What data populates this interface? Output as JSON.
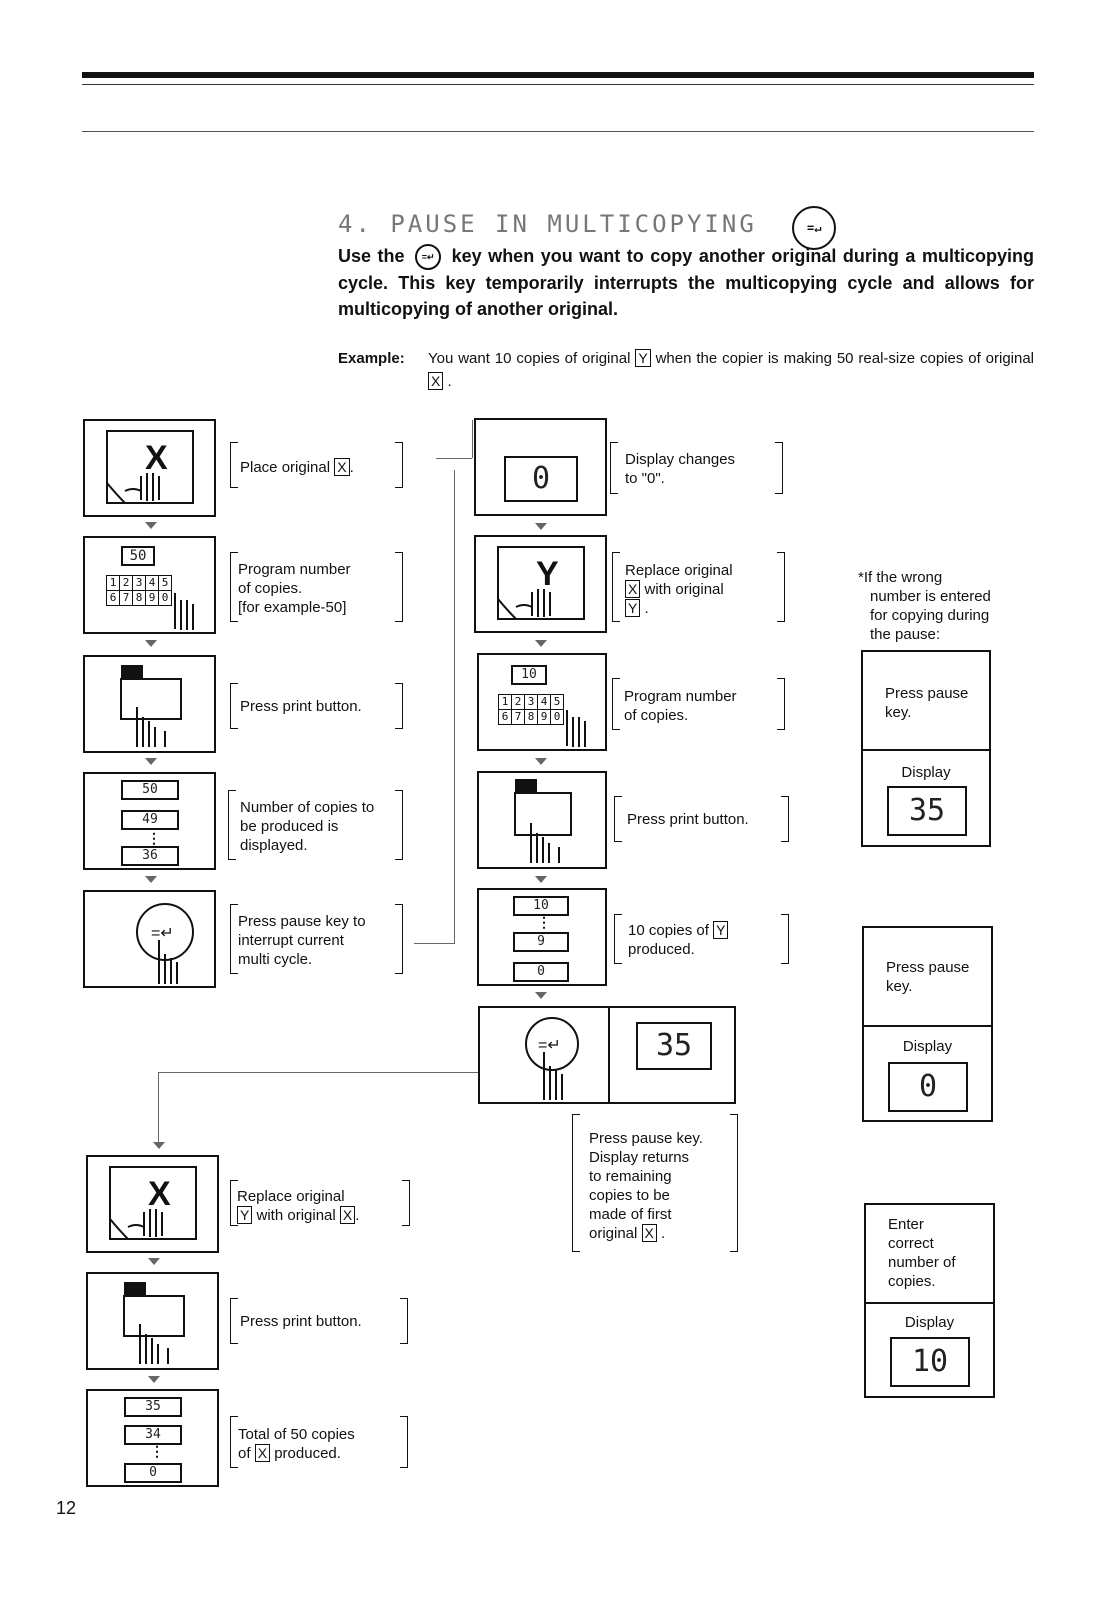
{
  "page_number": "12",
  "section_title": "4. PAUSE IN MULTICOPYING",
  "intro": {
    "part1": "Use the",
    "part2": "key when you want to copy another original during a multicopying cycle. This key temporarily interrupts the multicopying cycle and allows for multicopying of another original."
  },
  "example": {
    "label": "Example:",
    "text_a": "You want 10 copies of original",
    "text_b": "when the copier is making 50 real-size copies of original",
    "orig_x": "X",
    "orig_y": "Y"
  },
  "left_steps": {
    "s1": "Place original",
    "s2a": "Program number",
    "s2b": "of copies.",
    "s2c": "[for example-50]",
    "s3": "Press print button.",
    "s4a": "Number of copies to",
    "s4b": "be produced is",
    "s4c": "displayed.",
    "s5a": "Press pause key to",
    "s5b": "interrupt current",
    "s5c": "multi cycle.",
    "s6a": "Replace original",
    "s6b": "with original",
    "s7": "Press print button.",
    "s8a": "Total of 50 copies",
    "s8b": "of",
    "s8c": "produced."
  },
  "mid_steps": {
    "m1a": "Display changes",
    "m1b": "to \"0\".",
    "m2a": "Replace original",
    "m2b": "with original",
    "m3a": "Program number",
    "m3b": "of copies.",
    "m4": "Press print button.",
    "m5a": "10 copies of",
    "m5b": "produced.",
    "m6a": "Press pause key.",
    "m6b": "Display returns",
    "m6c": "to remaining",
    "m6d": "copies to be",
    "m6e": "made of first",
    "m6f": "original"
  },
  "side_note": {
    "star": "*",
    "l1": "If the wrong",
    "l2": "number is entered",
    "l3": "for copying during",
    "l4": "the pause:"
  },
  "side_boxes": {
    "b1_top_a": "Press pause",
    "b1_top_b": "key.",
    "b1_disp": "Display",
    "b1_val": "35",
    "b2_top_a": "Press pause",
    "b2_top_b": "key.",
    "b2_disp": "Display",
    "b2_val": "0",
    "b3_top_a": "Enter",
    "b3_top_b": "correct",
    "b3_top_c": "number of",
    "b3_top_d": "copies.",
    "b3_disp": "Display",
    "b3_val": "10"
  },
  "lcd": {
    "v50": "50",
    "v49": "49",
    "v36": "36",
    "v0": "0",
    "v10": "10",
    "v9": "9",
    "v35": "35",
    "v34": "34",
    "keypad_row1": [
      "1",
      "2",
      "3",
      "4",
      "5"
    ],
    "keypad_row2": [
      "6",
      "7",
      "8",
      "9",
      "0"
    ]
  },
  "icons": [
    "pause-key-icon",
    "hand-icon",
    "original-sheet-icon",
    "print-button-icon",
    "lcd-display-icon",
    "arrow-down-icon"
  ]
}
